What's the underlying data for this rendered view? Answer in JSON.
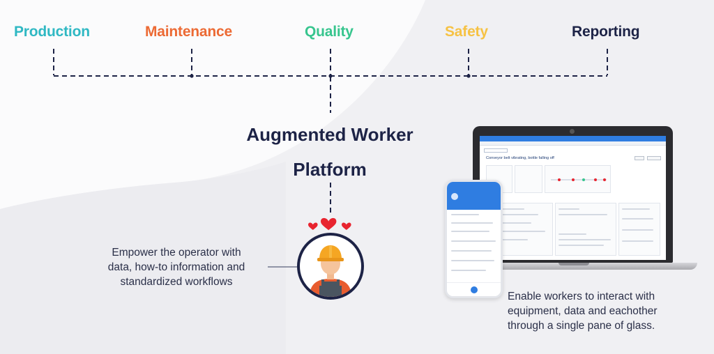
{
  "categories": [
    {
      "key": "production",
      "label": "Production",
      "color": "#2fb8c3"
    },
    {
      "key": "maintenance",
      "label": "Maintenance",
      "color": "#ec6a34"
    },
    {
      "key": "quality",
      "label": "Quality",
      "color": "#37c58e"
    },
    {
      "key": "safety",
      "label": "Safety",
      "color": "#f6c244"
    },
    {
      "key": "reporting",
      "label": "Reporting",
      "color": "#1d2346"
    }
  ],
  "platform": {
    "title_line1": "Augmented Worker",
    "title_line2": "Platform"
  },
  "captions": {
    "operator": {
      "line1": "Empower the operator with",
      "line2": "data, how-to information and",
      "line3": "standardized workflows"
    },
    "devices": {
      "line1": "Enable workers to interact with",
      "line2": "equipment, data and eachother",
      "line3": "through a single pane of glass."
    }
  },
  "laptop_app": {
    "ticket_title": "Conveyor belt vibrating, bottle falling off"
  },
  "colors": {
    "navy": "#1d2346",
    "accent_blue": "#2f7de1",
    "heart_red": "#e8242f"
  },
  "icons": {
    "operator": "worker-avatar-icon",
    "hearts": "hearts-icon"
  }
}
